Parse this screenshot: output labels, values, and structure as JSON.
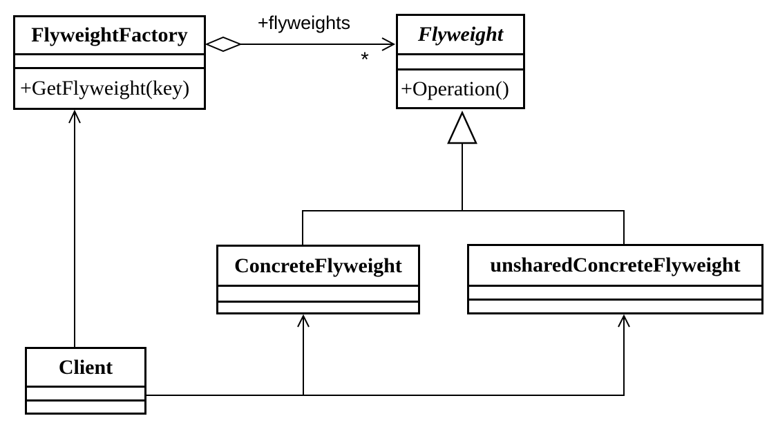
{
  "diagram_type": "uml-class-diagram",
  "pattern": "Flyweight",
  "colors": {
    "stroke": "#000000",
    "fill": "#ffffff",
    "text": "#000000"
  },
  "classes": {
    "flyweight_factory": {
      "name": "FlyweightFactory",
      "methods": [
        "+GetFlyweight(key)"
      ]
    },
    "flyweight": {
      "name": "Flyweight",
      "abstract": true,
      "methods": [
        "+Operation()"
      ]
    },
    "concrete_flyweight": {
      "name": "ConcreteFlyweight",
      "methods": []
    },
    "unshared_concrete_flyweight": {
      "name": "unsharedConcreteFlyweight",
      "methods": []
    },
    "client": {
      "name": "Client",
      "methods": []
    }
  },
  "association": {
    "label": "+flyweights",
    "multiplicity": "*",
    "from": "FlyweightFactory",
    "to": "Flyweight",
    "kind": "aggregation"
  },
  "generalization": {
    "parent": "Flyweight",
    "children": [
      "ConcreteFlyweight",
      "unsharedConcreteFlyweight"
    ]
  },
  "dependencies": [
    {
      "from": "Client",
      "to": "FlyweightFactory"
    },
    {
      "from": "Client",
      "to": "ConcreteFlyweight"
    },
    {
      "from": "Client",
      "to": "unsharedConcreteFlyweight"
    }
  ]
}
